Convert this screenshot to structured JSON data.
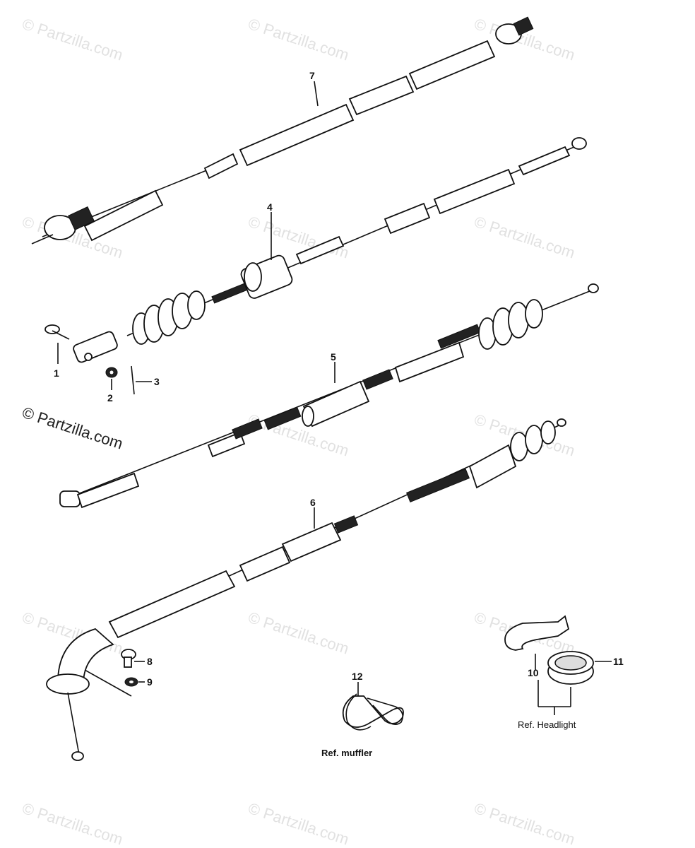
{
  "diagram": {
    "callouts": [
      "7",
      "4",
      "1",
      "2",
      "3",
      "5",
      "6",
      "8",
      "9",
      "12",
      "10",
      "11"
    ],
    "references": {
      "muffler": "Ref. muffler",
      "headlight": "Ref. Headlight"
    },
    "watermark": "© Partzilla.com"
  }
}
